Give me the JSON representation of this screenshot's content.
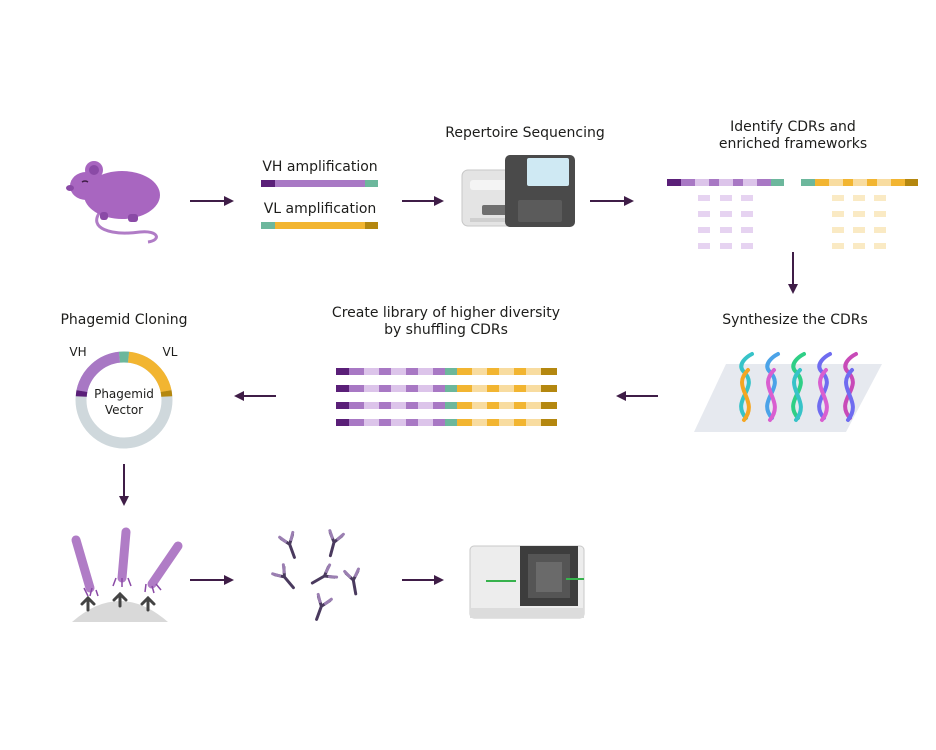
{
  "steps": {
    "vh_amplification": "VH amplification",
    "vl_amplification": "VL amplification",
    "repertoire_sequencing": "Repertoire Sequencing",
    "identify_cdrs_line1": "Identify CDRs and",
    "identify_cdrs_line2": "enriched frameworks",
    "synthesize": "Synthesize the CDRs",
    "create_library_line1": "Create library of higher diversity",
    "create_library_line2": "by shuffling CDRs",
    "phagemid_cloning": "Phagemid Cloning"
  },
  "phagemid": {
    "vh": "VH",
    "vl": "VL",
    "center_line1": "Phagemid",
    "center_line2": "Vector"
  },
  "colors": {
    "arrow": "#3f1d47",
    "vh_dark": "#5a1f78",
    "vh_mid": "#a878c4",
    "vh_light": "#dcc4ea",
    "vl_gold": "#f2b531",
    "vl_dark": "#b4870f",
    "vl_light": "#f8dca0",
    "teal": "#6cb79c",
    "ring_grey": "#cfd8dc"
  }
}
